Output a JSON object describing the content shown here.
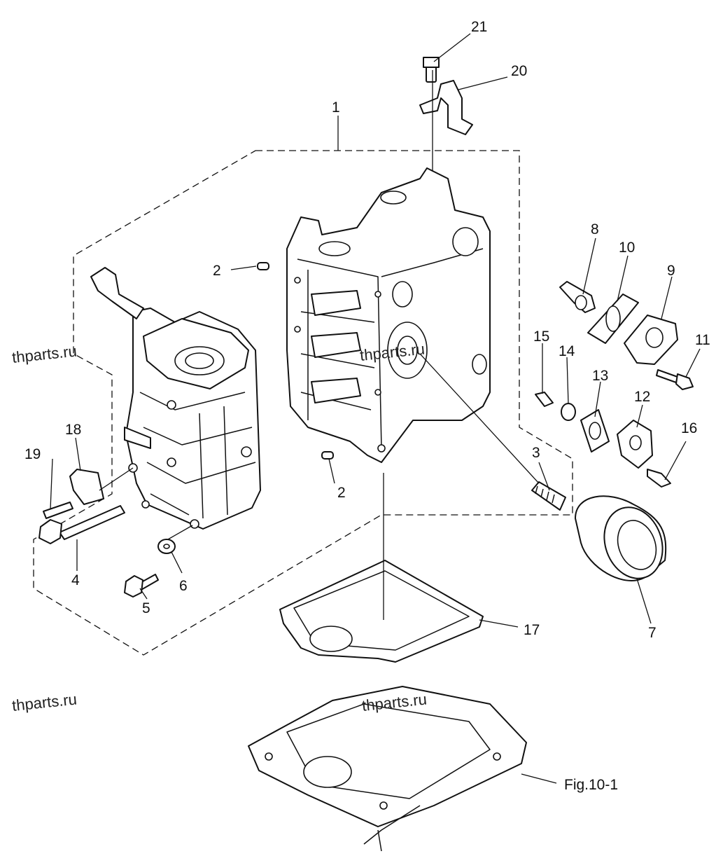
{
  "callouts": {
    "c1": "1",
    "c2a": "2",
    "c2b": "2",
    "c3": "3",
    "c4": "4",
    "c5": "5",
    "c6": "6",
    "c7": "7",
    "c8": "8",
    "c9": "9",
    "c10": "10",
    "c11": "11",
    "c12": "12",
    "c13": "13",
    "c14": "14",
    "c15": "15",
    "c16": "16",
    "c17": "17",
    "c18": "18",
    "c19": "19",
    "c20": "20",
    "c21": "21"
  },
  "figure_ref": "Fig.10-1",
  "watermark": "thparts.ru"
}
